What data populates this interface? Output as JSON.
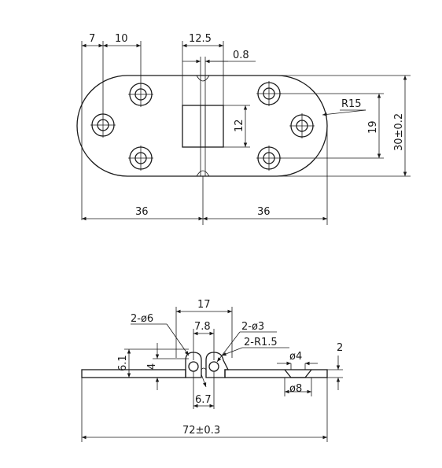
{
  "top_view": {
    "dim_7": "7",
    "dim_10": "10",
    "dim_12_5": "12.5",
    "dim_0_8": "0.8",
    "dim_r15": "R15",
    "dim_12": "12",
    "dim_19": "19",
    "dim_30": "30±0.2",
    "dim_36_left": "36",
    "dim_36_right": "36"
  },
  "side_view": {
    "dim_17": "17",
    "dim_2phi6": "2-ø6",
    "dim_7_8": "7.8",
    "dim_2phi3": "2-ø3",
    "dim_2r1_5": "2-R1.5",
    "dim_6_1": "6.1",
    "dim_4": "4",
    "dim_phi4": "ø4",
    "dim_2": "2",
    "dim_phi8": "ø8",
    "dim_6_7": "6.7",
    "dim_72": "72±0.3"
  }
}
